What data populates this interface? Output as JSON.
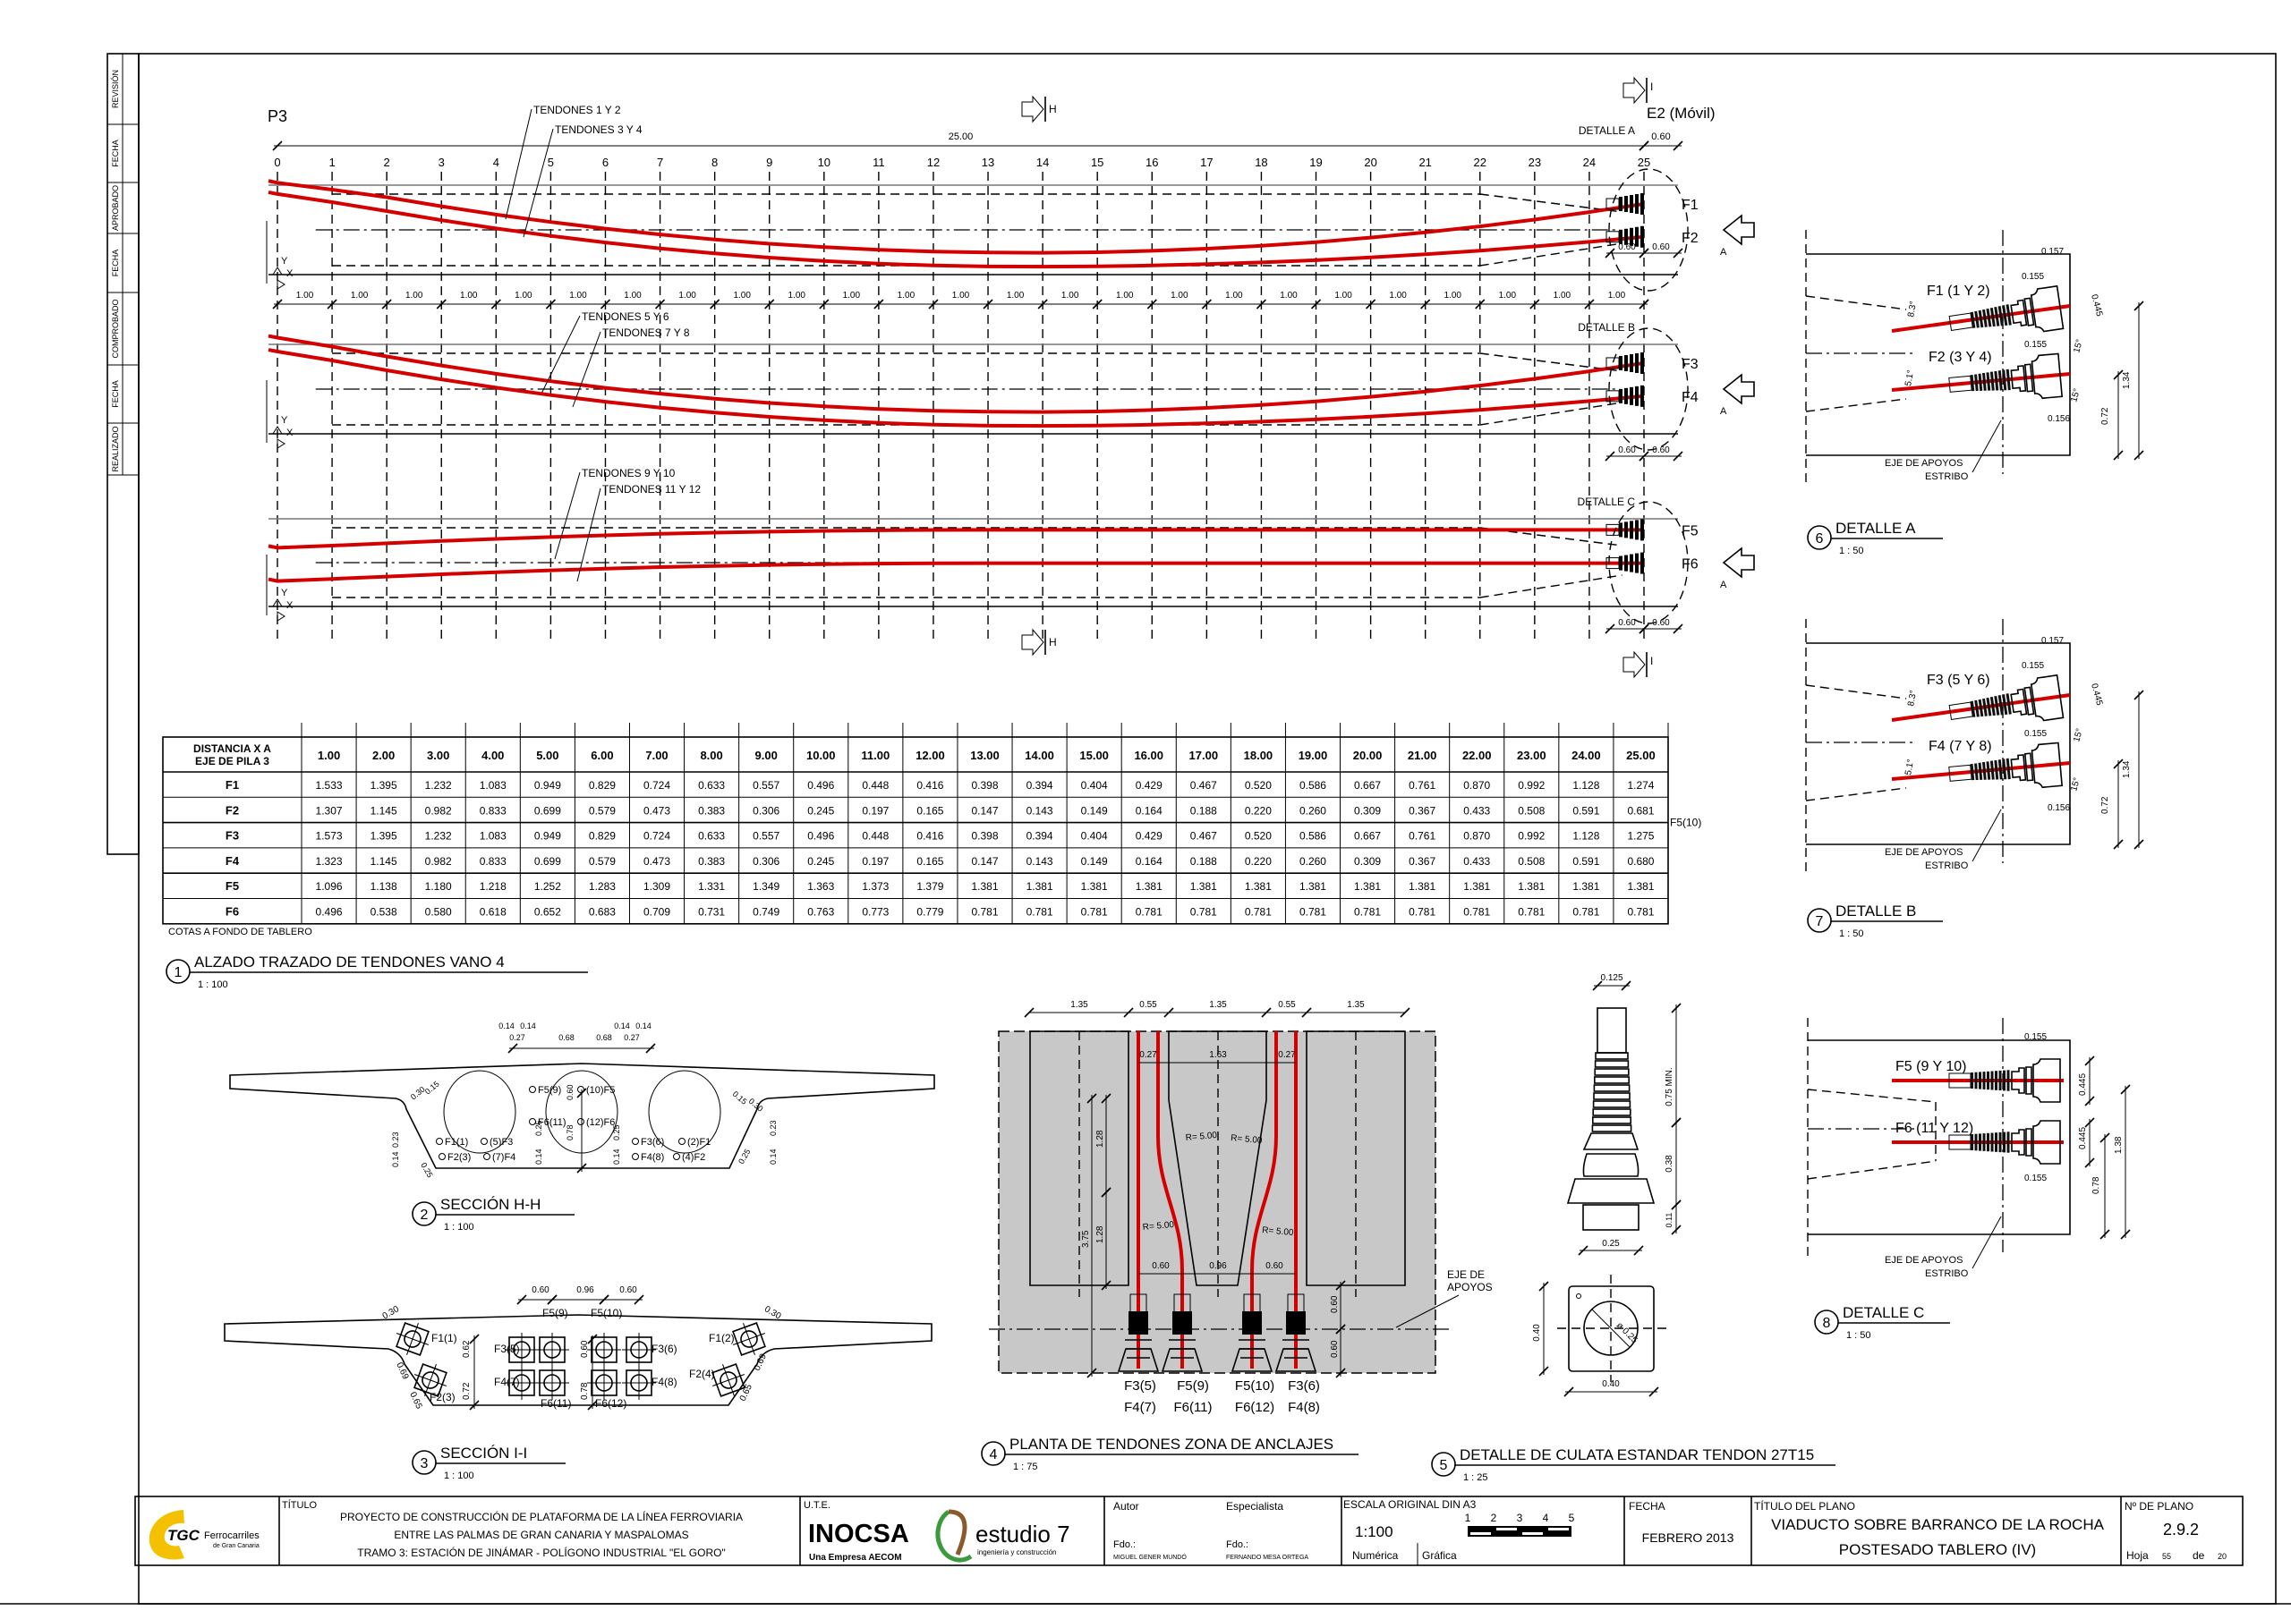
{
  "revision_block": [
    "REVISIÓN",
    "FECHA",
    "APROBADO",
    "FECHA",
    "COMPROBADO",
    "FECHA",
    "REALIZADO"
  ],
  "elevation": {
    "pier_label": "P3",
    "abutment_label": "E2 (Móvil)",
    "total_length": "25.00",
    "end_offset": "0.60",
    "stations": [
      "0",
      "1",
      "2",
      "3",
      "4",
      "5",
      "6",
      "7",
      "8",
      "9",
      "10",
      "11",
      "12",
      "13",
      "14",
      "15",
      "16",
      "17",
      "18",
      "19",
      "20",
      "21",
      "22",
      "23",
      "24",
      "25"
    ],
    "spacing_label": "1.00",
    "section_h": "H",
    "section_i": "I",
    "view_a": "A",
    "axis_y": "Y",
    "axis_x": "X",
    "panels": [
      {
        "tendon_labels": [
          "TENDONES 1 Y 2",
          "TENDONES 3 Y 4"
        ],
        "detail": "DETALLE A",
        "anchors": [
          "F1",
          "F2"
        ],
        "dims": [
          "0.60",
          "0.60"
        ]
      },
      {
        "tendon_labels": [
          "TENDONES 5 Y 6",
          "TENDONES 7 Y 8"
        ],
        "detail": "DETALLE B",
        "anchors": [
          "F3",
          "F4"
        ],
        "dims": [
          "0.60",
          "0.60"
        ]
      },
      {
        "tendon_labels": [
          "TENDONES 9 Y 10",
          "TENDONES 11 Y 12"
        ],
        "detail": "DETALLE C",
        "anchors": [
          "F5",
          "F6"
        ],
        "dims": [
          "0.60",
          "0.60"
        ]
      }
    ]
  },
  "table": {
    "header": [
      "DISTANCIA X A",
      "EJE DE PILA 3"
    ],
    "columns": [
      "1.00",
      "2.00",
      "3.00",
      "4.00",
      "5.00",
      "6.00",
      "7.00",
      "8.00",
      "9.00",
      "10.00",
      "11.00",
      "12.00",
      "13.00",
      "14.00",
      "15.00",
      "16.00",
      "17.00",
      "18.00",
      "19.00",
      "20.00",
      "21.00",
      "22.00",
      "23.00",
      "24.00",
      "25.00"
    ],
    "rows": [
      {
        "label": "F1",
        "values": [
          "1.533",
          "1.395",
          "1.232",
          "1.083",
          "0.949",
          "0.829",
          "0.724",
          "0.633",
          "0.557",
          "0.496",
          "0.448",
          "0.416",
          "0.398",
          "0.394",
          "0.404",
          "0.429",
          "0.467",
          "0.520",
          "0.586",
          "0.667",
          "0.761",
          "0.870",
          "0.992",
          "1.128",
          "1.274"
        ]
      },
      {
        "label": "F2",
        "values": [
          "1.307",
          "1.145",
          "0.982",
          "0.833",
          "0.699",
          "0.579",
          "0.473",
          "0.383",
          "0.306",
          "0.245",
          "0.197",
          "0.165",
          "0.147",
          "0.143",
          "0.149",
          "0.164",
          "0.188",
          "0.220",
          "0.260",
          "0.309",
          "0.367",
          "0.433",
          "0.508",
          "0.591",
          "0.681"
        ]
      },
      {
        "label": "F3",
        "values": [
          "1.573",
          "1.395",
          "1.232",
          "1.083",
          "0.949",
          "0.829",
          "0.724",
          "0.633",
          "0.557",
          "0.496",
          "0.448",
          "0.416",
          "0.398",
          "0.394",
          "0.404",
          "0.429",
          "0.467",
          "0.520",
          "0.586",
          "0.667",
          "0.761",
          "0.870",
          "0.992",
          "1.128",
          "1.275"
        ]
      },
      {
        "label": "F4",
        "values": [
          "1.323",
          "1.145",
          "0.982",
          "0.833",
          "0.699",
          "0.579",
          "0.473",
          "0.383",
          "0.306",
          "0.245",
          "0.197",
          "0.165",
          "0.147",
          "0.143",
          "0.149",
          "0.164",
          "0.188",
          "0.220",
          "0.260",
          "0.309",
          "0.367",
          "0.433",
          "0.508",
          "0.591",
          "0.680"
        ]
      },
      {
        "label": "F5",
        "values": [
          "1.096",
          "1.138",
          "1.180",
          "1.218",
          "1.252",
          "1.283",
          "1.309",
          "1.331",
          "1.349",
          "1.363",
          "1.373",
          "1.379",
          "1.381",
          "1.381",
          "1.381",
          "1.381",
          "1.381",
          "1.381",
          "1.381",
          "1.381",
          "1.381",
          "1.381",
          "1.381",
          "1.381",
          "1.381"
        ]
      },
      {
        "label": "F6",
        "values": [
          "0.496",
          "0.538",
          "0.580",
          "0.618",
          "0.652",
          "0.683",
          "0.709",
          "0.731",
          "0.749",
          "0.763",
          "0.773",
          "0.779",
          "0.781",
          "0.781",
          "0.781",
          "0.781",
          "0.781",
          "0.781",
          "0.781",
          "0.781",
          "0.781",
          "0.781",
          "0.781",
          "0.781",
          "0.781"
        ]
      }
    ],
    "overflow_label": "F5(10)",
    "note": "COTAS A FONDO DE TABLERO"
  },
  "views": [
    {
      "number": "1",
      "title": "ALZADO TRAZADO DE TENDONES VANO 4",
      "scale": "1 : 100"
    },
    {
      "number": "2",
      "title": "SECCIÓN H-H",
      "scale": "1 : 100"
    },
    {
      "number": "3",
      "title": "SECCIÓN I-I",
      "scale": "1 : 100"
    },
    {
      "number": "4",
      "title": "PLANTA DE TENDONES ZONA DE ANCLAJES",
      "scale": "1 : 75"
    },
    {
      "number": "5",
      "title": "DETALLE DE CULATA ESTANDAR TENDON 27T15",
      "scale": "1 : 25"
    },
    {
      "number": "6",
      "title": "DETALLE A",
      "scale": "1 : 50"
    },
    {
      "number": "7",
      "title": "DETALLE B",
      "scale": "1 : 50"
    },
    {
      "number": "8",
      "title": "DETALLE C",
      "scale": "1 : 50"
    }
  ],
  "section_hh": {
    "dims_top": [
      "0.14",
      "0.14",
      "0.27",
      "0.68",
      "0.68",
      "0.27",
      "0.14",
      "0.14"
    ],
    "ducts": [
      "F5(9)",
      "(10)F5",
      "F6(11)",
      "(12)F6",
      "F1(1)",
      "(5)F3",
      "F2(3)",
      "(7)F4",
      "F3(6)",
      "(2)F1",
      "F4(8)",
      "(4)F2"
    ],
    "dims_side": [
      "0.30",
      "0.15",
      "0.15",
      "0.30",
      "0.23",
      "0.14",
      "0.25",
      "0.25",
      "0.14",
      "0.60",
      "0.78",
      "0.25",
      "0.14",
      "0.23",
      "0.14",
      "0.25"
    ]
  },
  "section_ii": {
    "dims_top": [
      "0.60",
      "0.96",
      "0.60",
      "0.30",
      "0.30"
    ],
    "anchors": [
      "F1(1)",
      "F2(3)",
      "F3(5)",
      "F4(7)",
      "F5(9)",
      "F6(11)",
      "F5(10)",
      "F6(12)",
      "F3(6)",
      "F4(8)",
      "F1(2)",
      "F2(4)"
    ],
    "dims_side": [
      "0.69",
      "0.65",
      "0.62",
      "0.72",
      "0.60",
      "0.78",
      "0.69",
      "0.65"
    ]
  },
  "plant": {
    "dims_top": [
      "1.35",
      "0.55",
      "1.35",
      "0.55",
      "1.35"
    ],
    "dims_inner": [
      "0.27",
      "1.63",
      "0.27",
      "0.60",
      "0.96",
      "0.60"
    ],
    "radii": [
      "R= 5.00",
      "R= 5.00",
      "R= 5.00",
      "R= 5.00"
    ],
    "dims_left": [
      "1.28",
      "1.28",
      "3.75"
    ],
    "dims_right": [
      "0.60",
      "0.60"
    ],
    "axis_label": [
      "EJE DE",
      "APOYOS"
    ],
    "anchor_labels": [
      "F3(5)",
      "F5(9)",
      "F5(10)",
      "F3(6)",
      "F4(7)",
      "F6(11)",
      "F6(12)",
      "F4(8)"
    ]
  },
  "culata": {
    "dims": [
      "0.125",
      "0.75 MIN.",
      "0.38",
      "0.11",
      "0.25",
      "0.40",
      "0.40",
      "ø 0.25"
    ]
  },
  "details": [
    {
      "labels": [
        "F1 (1 Y 2)",
        "F2 (3 Y 4)"
      ],
      "dims": [
        "0.157",
        "0.155",
        "0.155",
        "0.156",
        "0.445",
        "15°",
        "15°",
        "8.3°",
        "5.1°",
        "0.72",
        "1.34"
      ],
      "axis": [
        "EJE DE APOYOS",
        "ESTRIBO"
      ]
    },
    {
      "labels": [
        "F3  (5 Y 6)",
        "F4 (7 Y 8)"
      ],
      "dims": [
        "0.157",
        "0.155",
        "0.155",
        "0.156",
        "0.445",
        "15°",
        "15°",
        "8.3°",
        "5.1°",
        "0.72",
        "1.34"
      ],
      "axis": [
        "EJE DE APOYOS",
        "ESTRIBO"
      ]
    },
    {
      "labels": [
        "F5 (9 Y 10)",
        "F6 (11 Y 12)"
      ],
      "dims": [
        "0.155",
        "0.155",
        "0.445",
        "0.445",
        "0.78",
        "1.38"
      ],
      "axis": [
        "EJE DE APOYOS",
        "ESTRIBO"
      ]
    }
  ],
  "title_block": {
    "client_logo": {
      "brand": "TGC",
      "name": "Ferrocarriles",
      "sub": "de Gran Canaria"
    },
    "title_label": "TÍTULO",
    "title_lines": [
      "PROYECTO DE CONSTRUCCIÓN DE PLATAFORMA DE LA LÍNEA FERROVIARIA",
      "ENTRE LAS PALMAS DE GRAN CANARIA Y MASPALOMAS",
      "TRAMO 3: ESTACIÓN DE JINÁMAR - POLÍGONO INDUSTRIAL \"EL GORO\""
    ],
    "ute_label": "U.T.E.",
    "inocsa": "INOCSA",
    "inocsa_sub": "Una Empresa AECOM",
    "estudio": "estudio 7",
    "estudio_sub": "ingeniería y construcción",
    "author_label": "Autor",
    "specialist_label": "Especialista",
    "signed_label": "Fdo.:",
    "author_name": "MIGUEL GENER MUNDÓ",
    "specialist_name": "FERNANDO MESA ORTEGA",
    "scale_label": "ESCALA ORIGINAL DIN A3",
    "scale_value": "1:100",
    "scale_numeric": "Numérica",
    "scale_graphic": "Gráfica",
    "scale_ticks": [
      "1",
      "2",
      "3",
      "4",
      "5"
    ],
    "date_label": "FECHA",
    "date_value": "FEBRERO 2013",
    "plan_title_label": "TÍTULO DEL PLANO",
    "plan_title": [
      "VIADUCTO SOBRE BARRANCO DE LA ROCHA",
      "POSTESADO TABLERO (IV)"
    ],
    "plan_number_label": "Nº DE PLANO",
    "plan_number": "2.9.2",
    "sheet_label": "Hoja",
    "sheet": "55",
    "sheet_of": "de",
    "sheet_total": "20"
  },
  "colors": {
    "tendon": "#d40000",
    "concrete": "#c8c8c8",
    "logo_yellow": "#f5c000",
    "logo_blue": "#1a3fa0",
    "estudio_green": "#3c9a3c"
  }
}
